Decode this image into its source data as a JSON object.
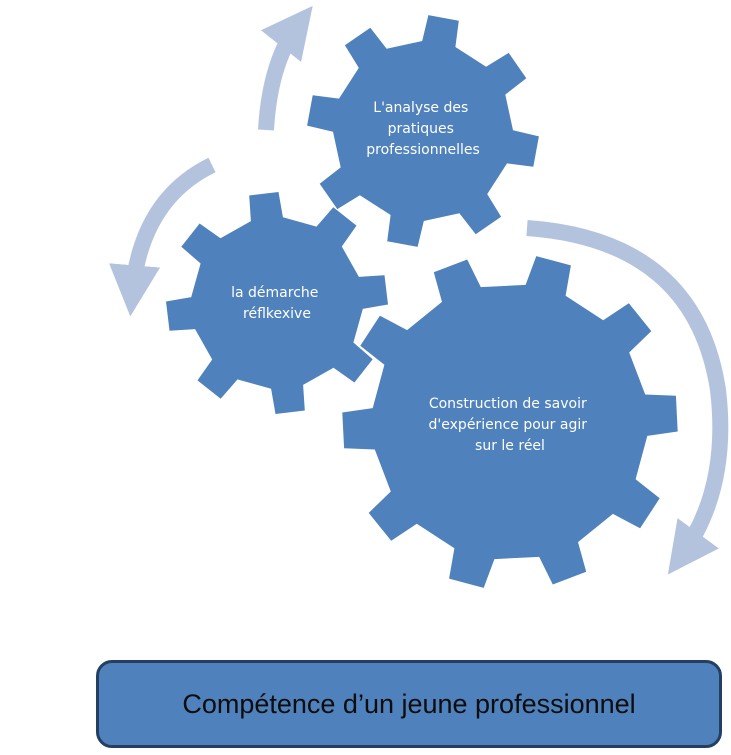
{
  "gears": [
    {
      "id": "analyse",
      "lines": [
        "L'analyse des",
        "pratiques",
        "professionnelles"
      ]
    },
    {
      "id": "demarche",
      "lines": [
        "la démarche",
        "réflkexive"
      ]
    },
    {
      "id": "construction",
      "lines": [
        "Construction de savoir",
        "d'expérience pour agir",
        "sur le réel"
      ]
    }
  ],
  "footer": {
    "label": "Compétence d’un jeune professionnel"
  },
  "colors": {
    "gear": "#4f81bd",
    "arrow": "#b3c3de",
    "footer_border": "#243f60",
    "label": "#ffffff"
  }
}
